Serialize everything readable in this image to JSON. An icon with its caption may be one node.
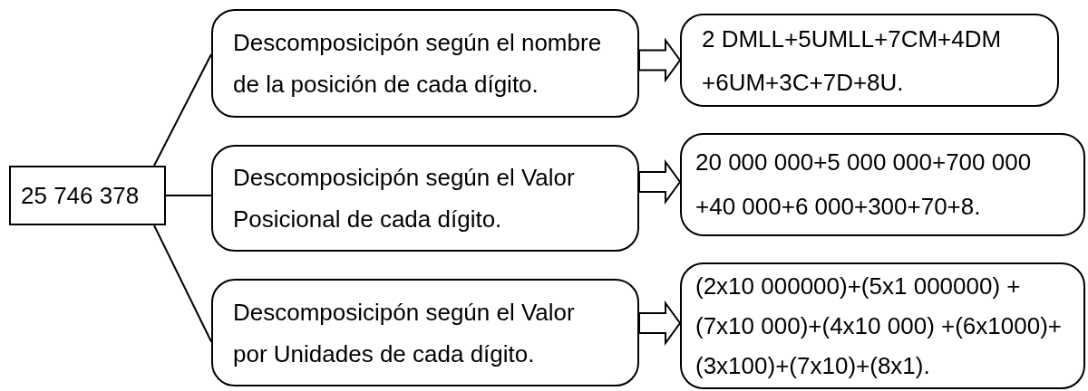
{
  "diagram": {
    "nodes": [
      {
        "text": [
          "25 746 378"
        ]
      },
      {
        "text": [
          "Descomposicipón según el nombre de la posición de cada dígito."
        ]
      },
      {
        "text": [
          "Descomposicipón según el Valor Posicional de cada dígito."
        ]
      },
      {
        "text": [
          "Descomposicipón según el Valor por Unidades de cada dígito."
        ]
      },
      {
        "text": [
          "2 DMLL+5UMLL+7CM+4DM +6UM+3C+7D+8U."
        ]
      },
      {
        "text": [
          "20 000 000+5 000 000+700 000 +40 000+6 000+300+70+8."
        ]
      },
      {
        "text": [
          "(2x10 000000)+(5x1 000000) +(7x10 000)+(4x10 000) +(6x1000)+(3x100)+(7x10)+(8x1)."
        ]
      }
    ],
    "edges": [
      {
        "from": 0,
        "to": 1,
        "arrow": "none"
      },
      {
        "from": 0,
        "to": 2,
        "arrow": "none"
      },
      {
        "from": 0,
        "to": 3,
        "arrow": "none"
      },
      {
        "from": 1,
        "to": 4,
        "arrow": "to"
      },
      {
        "from": 2,
        "to": 5,
        "arrow": "to"
      },
      {
        "from": 3,
        "to": 6,
        "arrow": "to"
      }
    ]
  }
}
